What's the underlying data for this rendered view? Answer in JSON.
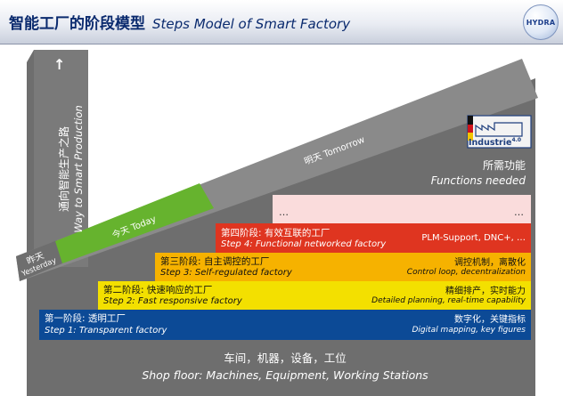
{
  "header": {
    "title_cn": "智能工厂的阶段模型",
    "title_en": "Steps Model of Smart Factory",
    "logo_text": "HYDRA"
  },
  "axis": {
    "arrow": "↑",
    "label_cn": "通向智能生产之路",
    "label_en": "Way to Smart Production"
  },
  "timeline": {
    "yesterday_cn": "昨天",
    "yesterday_en": "Yesterday",
    "today": "今天 Today",
    "tomorrow": "明天 Tomorrow"
  },
  "badge": {
    "text": "Industrie",
    "sup": "4.0"
  },
  "functions": {
    "cn": "所需功能",
    "en": "Functions needed"
  },
  "future_band": {
    "left": "…",
    "right": "…"
  },
  "steps": [
    {
      "cn": "第一阶段: 透明工厂",
      "en": "Step 1: Transparent factory",
      "func_cn": "数字化，关键指标",
      "func_en": "Digital mapping, key figures",
      "color": "#0c4a96"
    },
    {
      "cn": "第二阶段: 快速响应的工厂",
      "en": "Step 2: Fast responsive factory",
      "func_cn": "精细排产，实时能力",
      "func_en": "Detailed planning, real-time capability",
      "color": "#f3e000"
    },
    {
      "cn": "第三阶段: 自主调控的工厂",
      "en": "Step 3: Self-regulated factory",
      "func_cn": "调控机制，离散化",
      "func_en": "Control loop, decentralization",
      "color": "#f6b200"
    },
    {
      "cn": "第四阶段: 有效互联的工厂",
      "en": "Step 4: Functional networked factory",
      "func_cn": "PLM-Support, DNC+, …",
      "func_en": "",
      "color": "#df3520"
    }
  ],
  "base": {
    "cn": "车间，机器，设备，工位",
    "en": "Shop floor: Machines, Equipment, Working Stations"
  },
  "colors": {
    "grey": "#6e6e6e",
    "green": "#66b32e",
    "future": "#fadcdc",
    "title": "#0a2a6e"
  }
}
